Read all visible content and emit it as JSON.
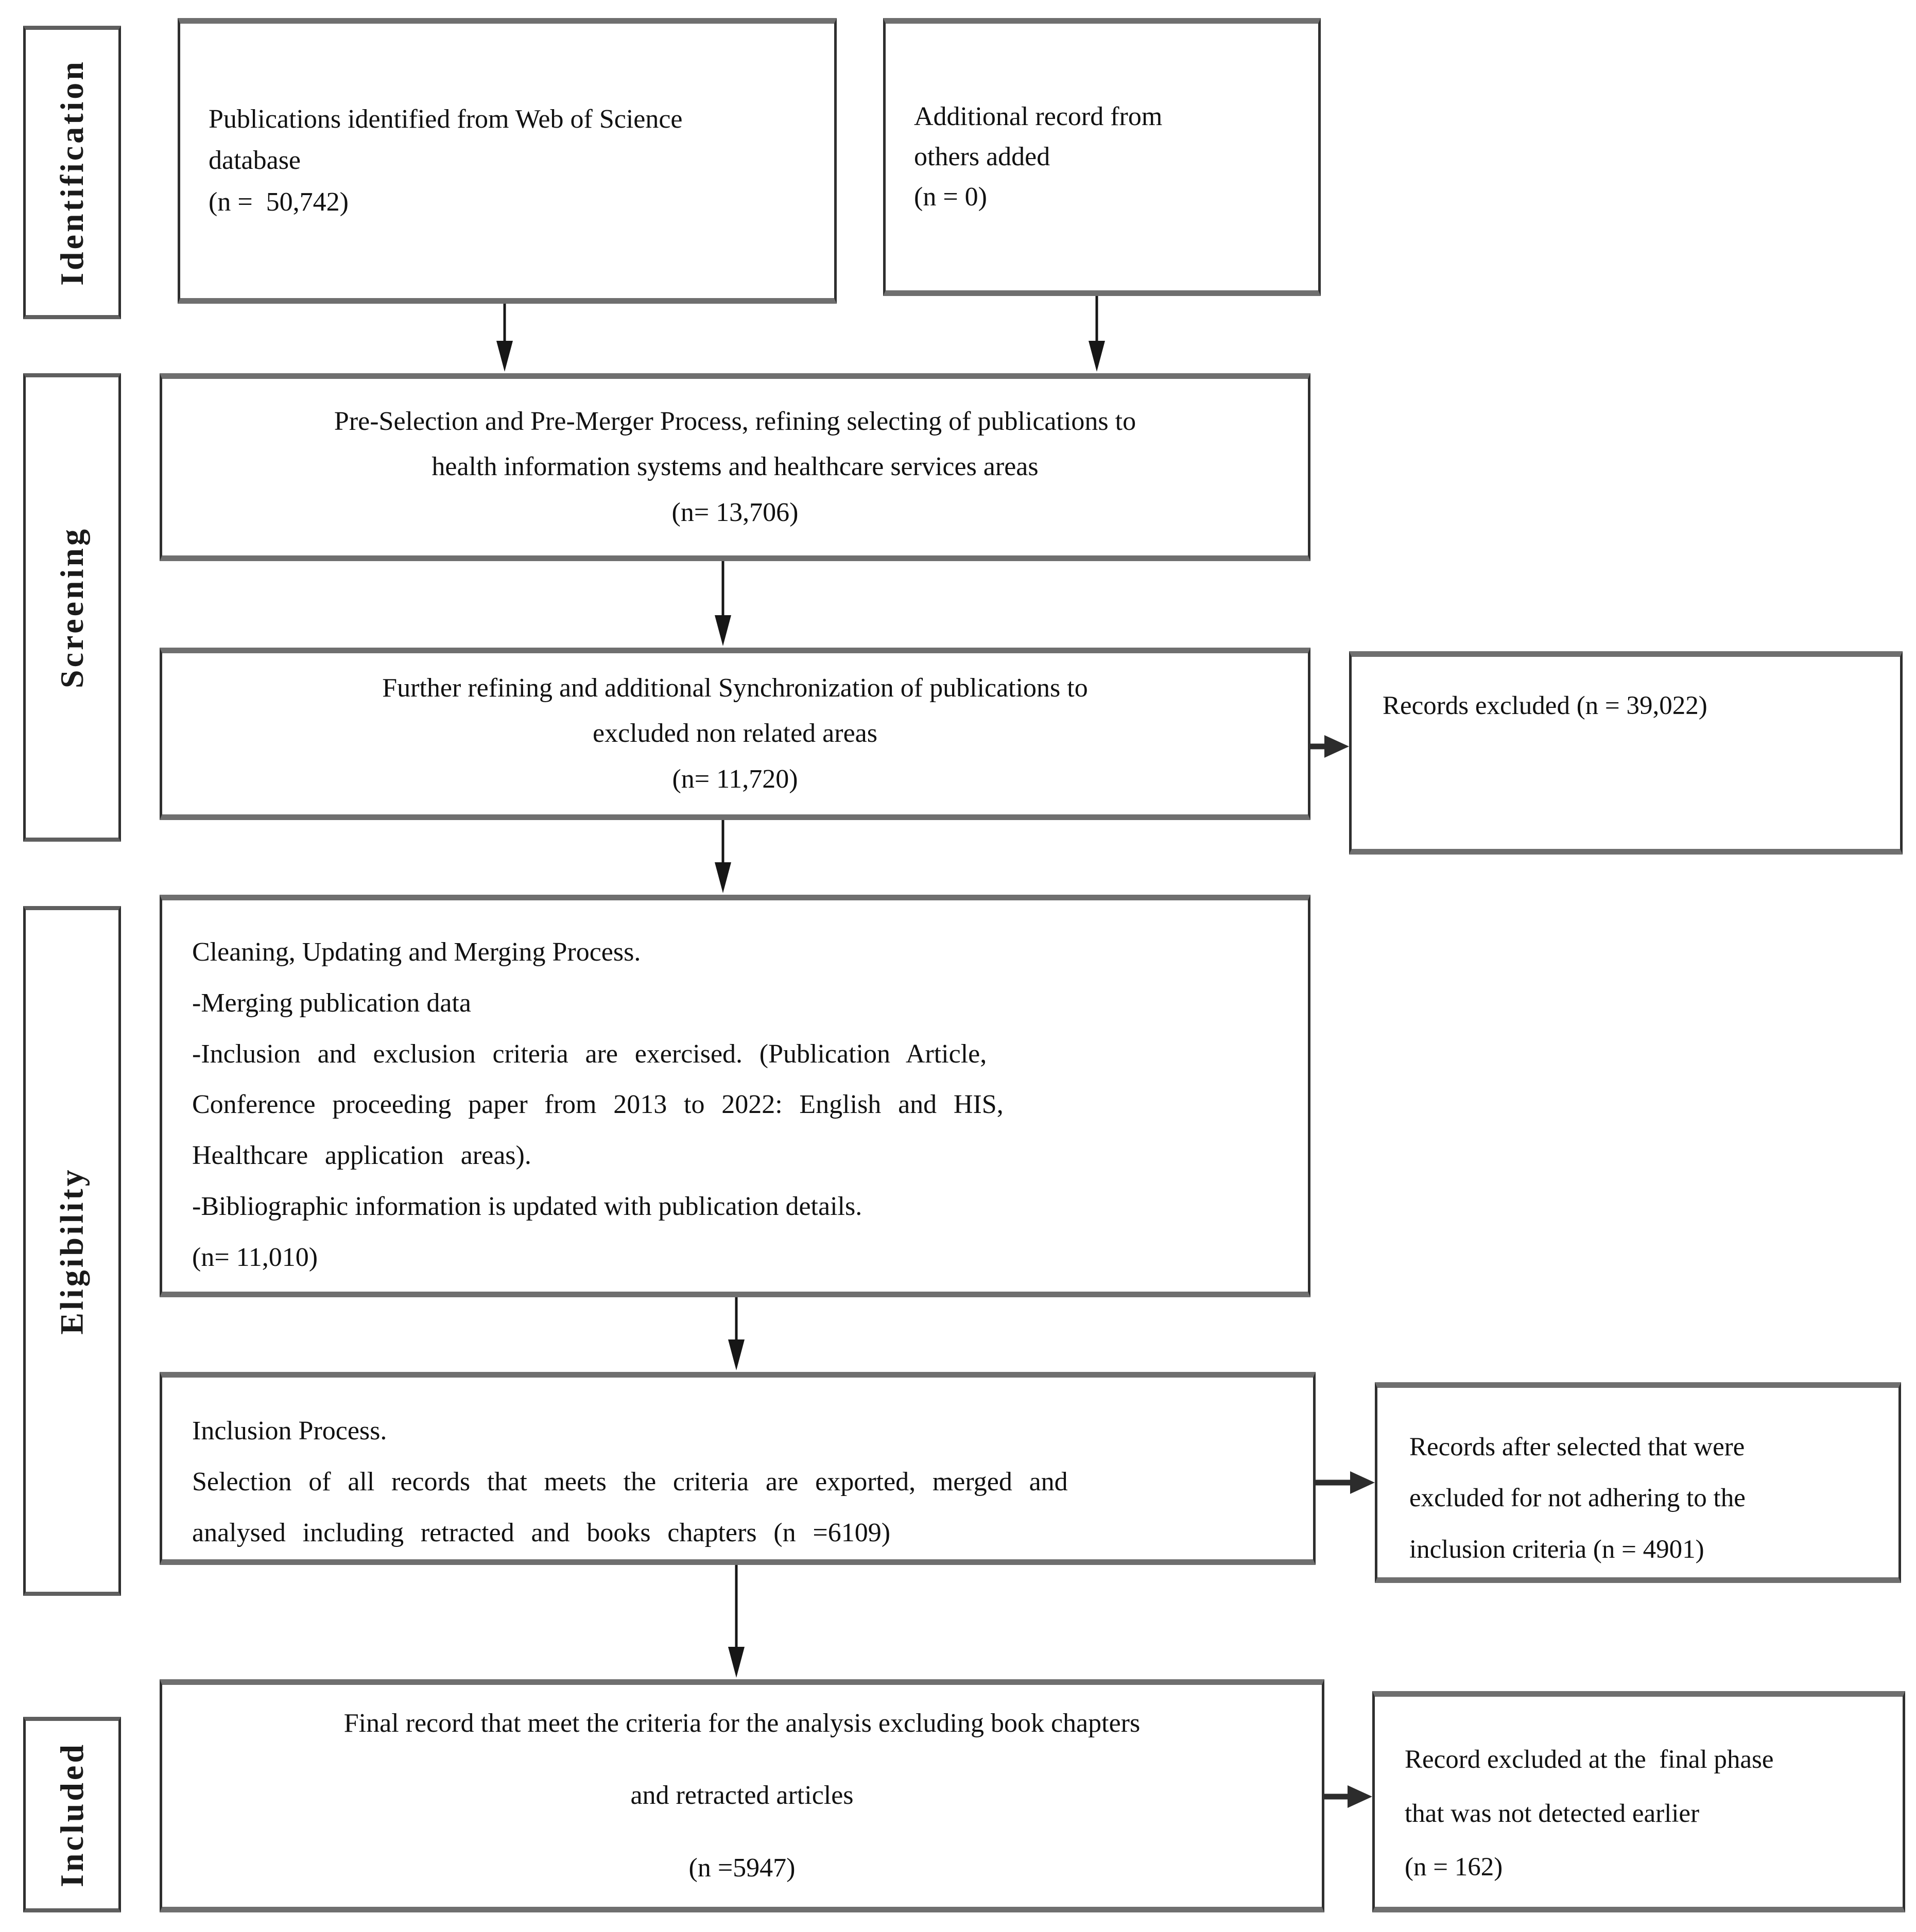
{
  "figure": {
    "type": "prisma-flow-diagram"
  },
  "stages": {
    "identification": "Identification",
    "screening": "Screening",
    "eligibility": "Eligibility",
    "included": "Included"
  },
  "boxes": {
    "identified": "Publications identified from Web of Science\ndatabase\n(n =  50,742)",
    "additional": "Additional record from\nothers added\n(n = 0)",
    "preselection": "Pre-Selection and Pre-Merger Process, refining selecting of publications to\nhealth information systems and healthcare services areas\n(n= 13,706)",
    "refining": "Further refining and additional Synchronization of publications to\nexcluded non related areas\n(n= 11,720)",
    "records_excluded": "Records excluded (n = 39,022)",
    "cleaning_title": "Cleaning, Updating and Merging Process.",
    "cleaning_merge": "-Merging publication data",
    "cleaning_criteria": "-Inclusion and exclusion criteria are exercised. (Publication Article,\nConference proceeding paper from 2013 to 2022: English and HIS,\nHealthcare application areas).",
    "cleaning_biblio": "-Bibliographic information is updated with publication details.",
    "cleaning_n": "(n= 11,010)",
    "inclusion_title": "Inclusion Process.",
    "inclusion_body": "Selection of all records that meets the criteria are exported, merged and\nanalysed including retracted and books chapters (n =6109)",
    "records_after": "Records after selected that were\nexcluded for not adhering to the\ninclusion criteria (n = 4901)",
    "final_record": "Final record that meet the criteria for the analysis excluding book chapters\nand retracted articles\n(n =5947)",
    "record_excluded_final": "Record excluded at the  final phase\nthat was not detected earlier\n(n = 162)"
  }
}
